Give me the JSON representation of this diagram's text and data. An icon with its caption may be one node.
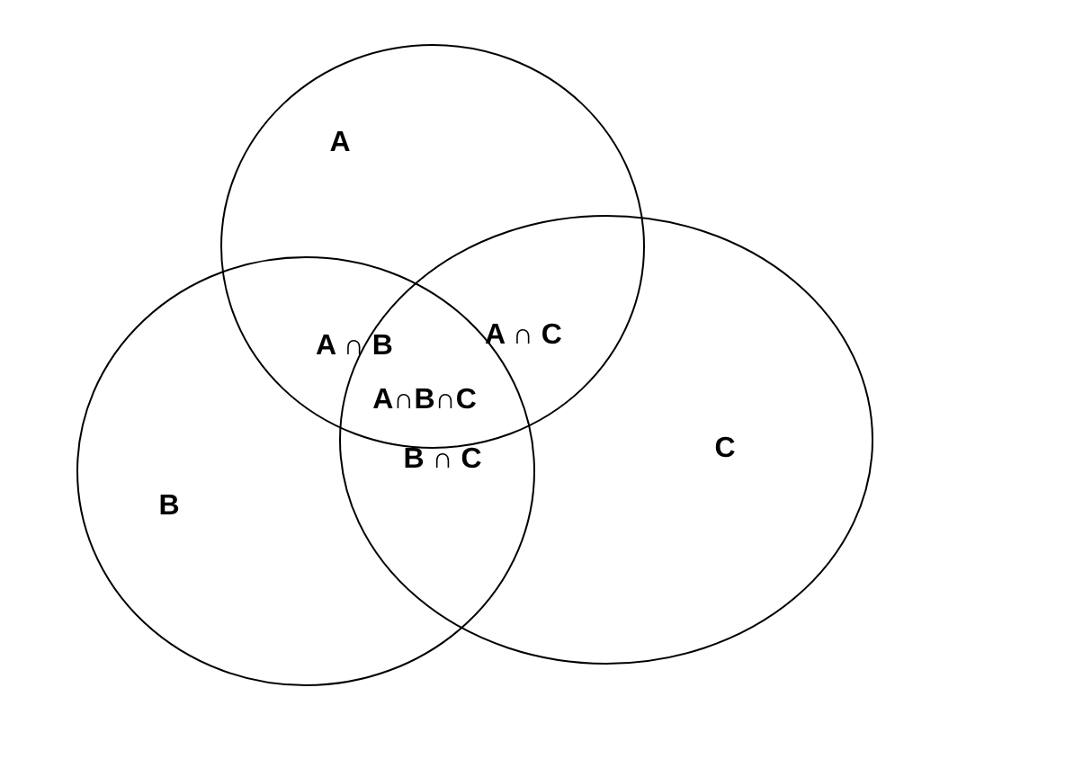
{
  "diagram": {
    "nodes": [
      {
        "text": [
          "A"
        ]
      },
      {
        "text": [
          "B"
        ]
      },
      {
        "text": [
          "C"
        ]
      }
    ],
    "labels": [
      "A ∩ B",
      "A ∩ C",
      "A∩B∩C",
      "B ∩ C"
    ]
  }
}
